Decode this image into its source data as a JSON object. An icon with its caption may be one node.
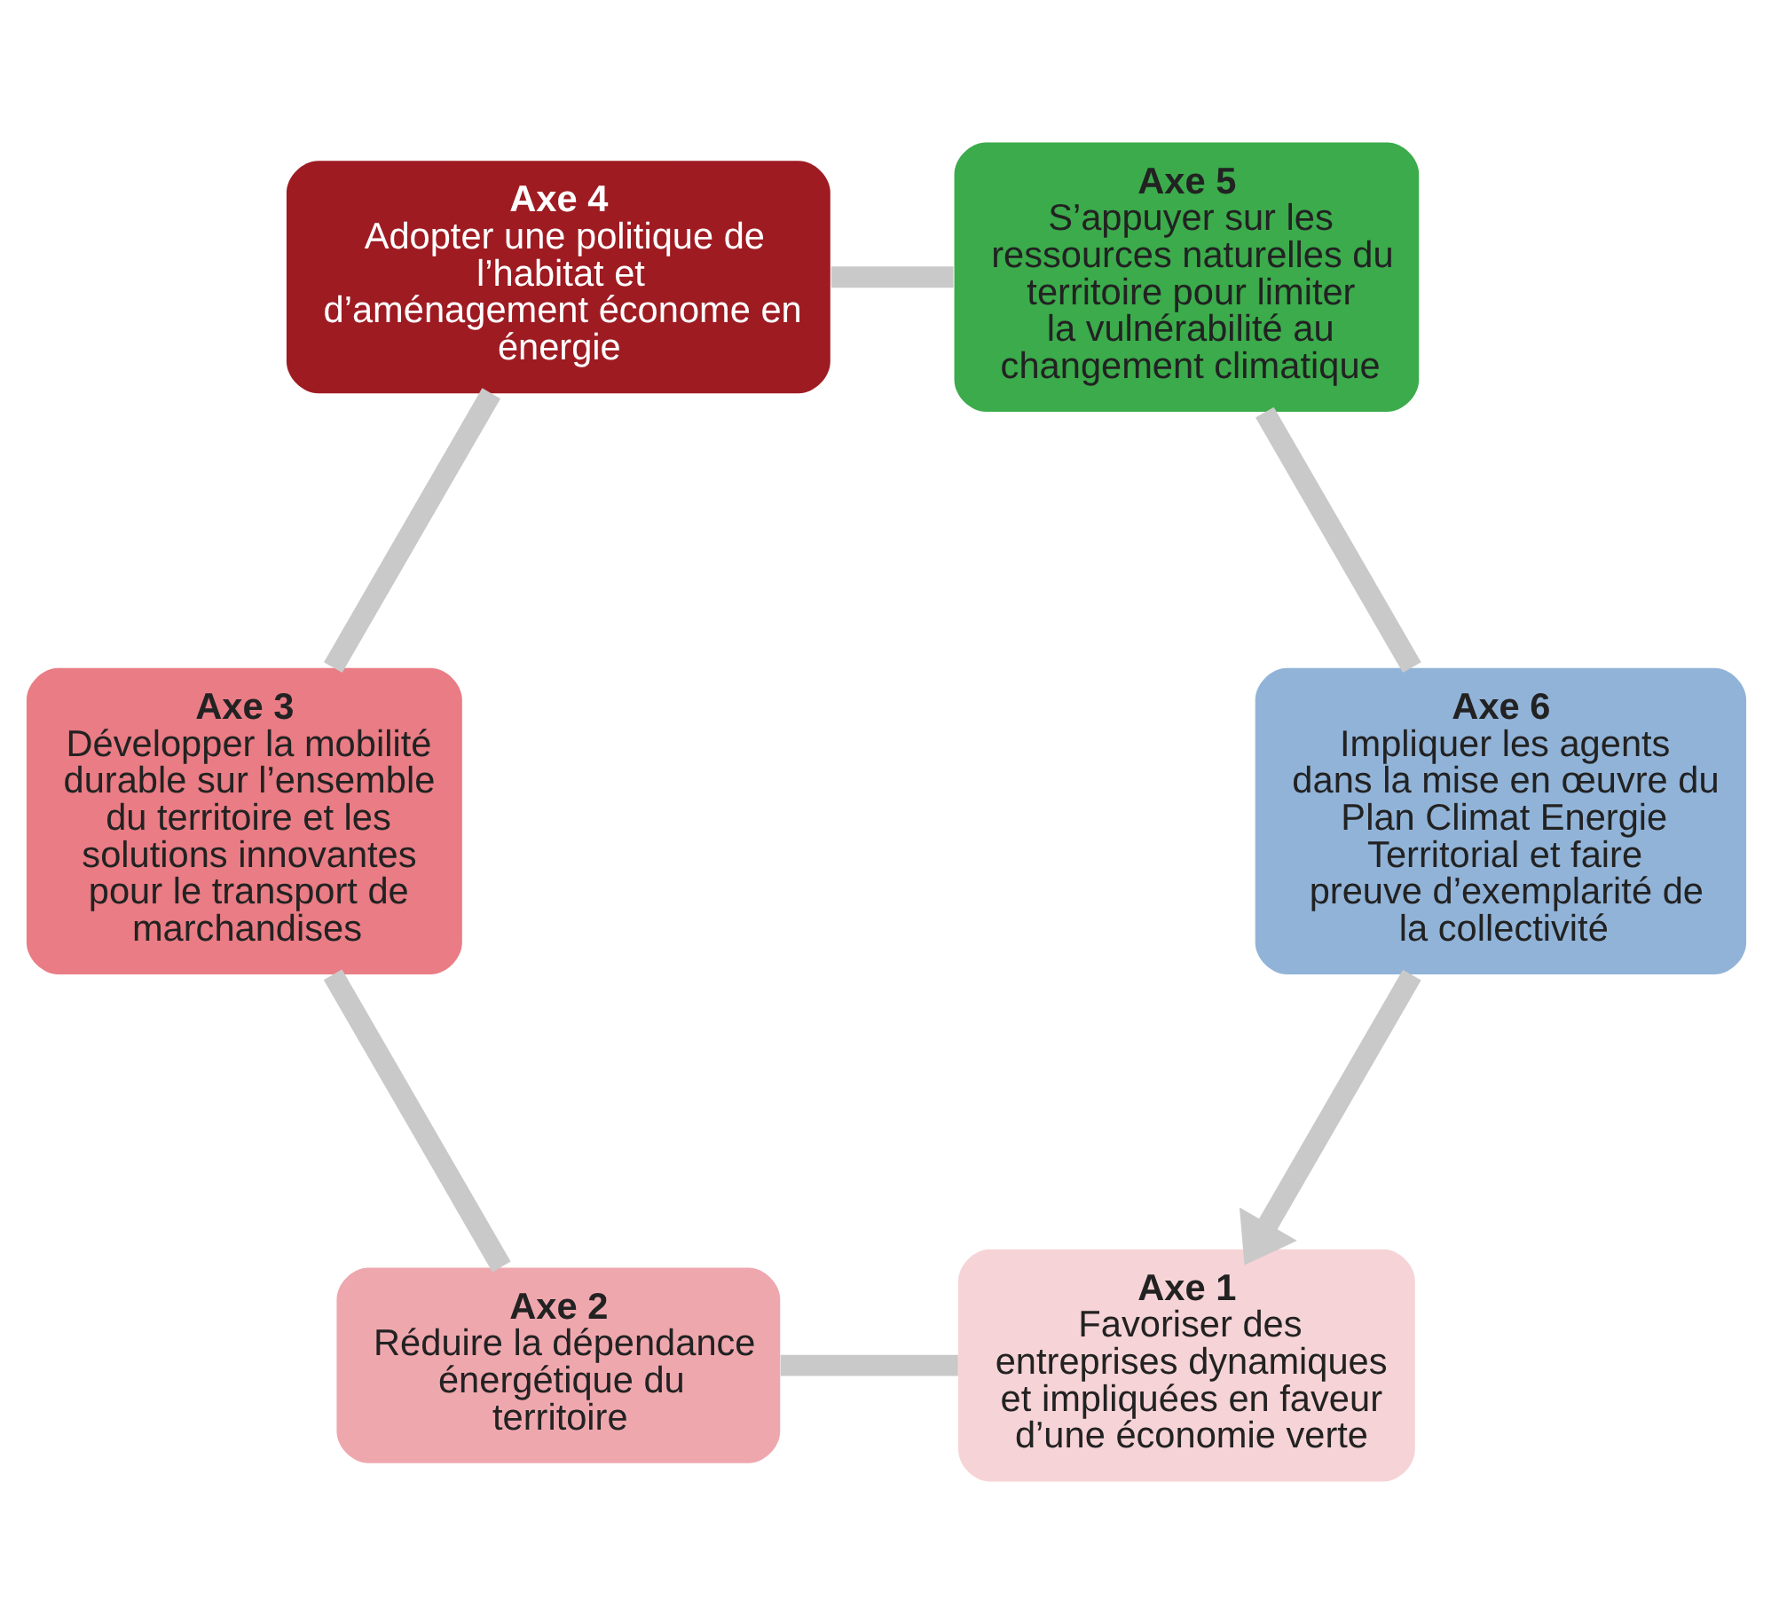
{
  "diagram": {
    "nodes": [
      {
        "text": [
          "Axe 1",
          "Favoriser des entreprises dynamiques et impliquées en faveur d’une économie verte"
        ]
      },
      {
        "text": [
          "Axe 2",
          "Réduire la dépendance énergétique du territoire"
        ]
      },
      {
        "text": [
          "Axe 3",
          "Développer la mobilité durable sur l’ensemble du territoire et les solutions innovantes pour le transport de marchandises"
        ]
      },
      {
        "text": [
          "Axe 4",
          "Adopter une politique de l’habitat et d’aménagement économe en énergie"
        ]
      },
      {
        "text": [
          "Axe 5",
          "S’appuyer sur les ressources naturelles du territoire pour limiter la vulnérabilité au changement climatique"
        ]
      },
      {
        "text": [
          "Axe 6",
          "Impliquer les agents dans la mise en œuvre du Plan Climat Energie Territorial et faire preuve d’exemplarité de la collectivité"
        ]
      }
    ],
    "edges": [
      {
        "from": 0,
        "to": 1,
        "arrow": "none"
      },
      {
        "from": 1,
        "to": 2,
        "arrow": "none"
      },
      {
        "from": 2,
        "to": 3,
        "arrow": "none"
      },
      {
        "from": 3,
        "to": 4,
        "arrow": "none"
      },
      {
        "from": 4,
        "to": 5,
        "arrow": "none"
      },
      {
        "from": 5,
        "to": 0,
        "arrow": "to"
      }
    ]
  }
}
